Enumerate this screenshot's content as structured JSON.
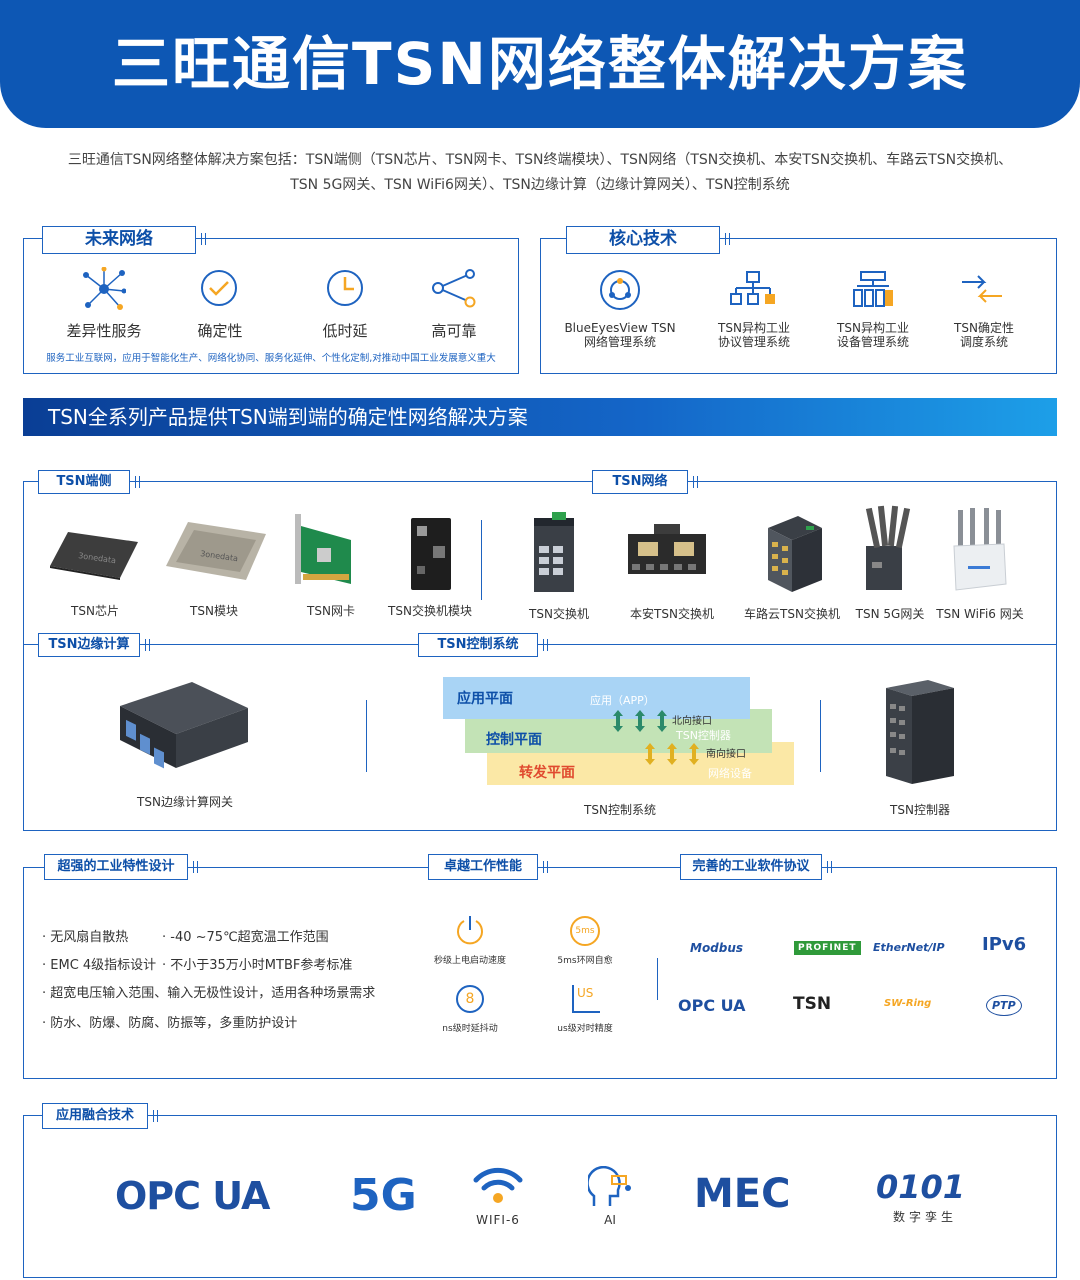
{
  "title": "三旺通信TSN网络整体解决方案",
  "intro": {
    "line1": "三旺通信TSN网络整体解决方案包括：TSN端侧（TSN芯片、TSN网卡、TSN终端模块）、TSN网络（TSN交换机、本安TSN交换机、车路云TSN交换机、",
    "line2": "TSN 5G网关、TSN WiFi6网关）、TSN边缘计算（边缘计算网关）、TSN控制系统"
  },
  "future": {
    "tag": "未来网络",
    "items": [
      {
        "label": "差异性服务"
      },
      {
        "label": "确定性"
      },
      {
        "label": "低时延"
      },
      {
        "label": "高可靠"
      }
    ],
    "note": "服务工业互联网，应用于智能化生产、网络化协同、服务化延伸、个性化定制,对推动中国工业发展意义重大"
  },
  "core": {
    "tag": "核心技术",
    "items": [
      {
        "line1": "BlueEyesView TSN",
        "line2": "网络管理系统"
      },
      {
        "line1": "TSN异构工业",
        "line2": "协议管理系统"
      },
      {
        "line1": "TSN异构工业",
        "line2": "设备管理系统"
      },
      {
        "line1": "TSN确定性",
        "line2": "调度系统"
      }
    ]
  },
  "headline": "TSN全系列产品提供TSN端到端的确定性网络解决方案",
  "products": {
    "end_tag": "TSN端侧",
    "net_tag": "TSN网络",
    "edge_tag": "TSN边缘计算",
    "ctrl_tag": "TSN控制系统",
    "end_items": [
      {
        "label": "TSN芯片"
      },
      {
        "label": "TSN模块"
      },
      {
        "label": "TSN网卡"
      },
      {
        "label": "TSN交换机模块"
      }
    ],
    "net_items": [
      {
        "label": "TSN交换机"
      },
      {
        "label": "本安TSN交换机"
      },
      {
        "label": "车路云TSN交换机"
      },
      {
        "label": "TSN 5G网关"
      },
      {
        "label": "TSN WiFi6 网关"
      }
    ],
    "chip_brand": "3onedata",
    "edge_label": "TSN边缘计算网关",
    "ctrl_label": "TSN控制系统",
    "controller_label": "TSN控制器",
    "diagram": {
      "app_plane": "应用平面",
      "app_text": "应用（APP）",
      "north": "北向接口",
      "ctrl_plane": "控制平面",
      "ctrl_text": "TSN控制器",
      "south": "南向接口",
      "fwd_plane": "转发平面",
      "fwd_text": "网络设备"
    }
  },
  "features": {
    "tag1": "超强的工业特性设计",
    "tag2": "卓越工作性能",
    "tag3": "完善的工业软件协议",
    "bullets": [
      [
        "无风扇自散热",
        "-40 ~75℃超宽温工作范围"
      ],
      [
        "EMC 4级指标设计",
        "不小于35万小时MTBF参考标准"
      ],
      [
        "超宽电压输入范围、输入无极性设计，适用各种场景需求"
      ],
      [
        "防水、防爆、防腐、防振等，多重防护设计"
      ]
    ],
    "perf": [
      {
        "icon": "power-icon",
        "label": "秒级上电启动速度"
      },
      {
        "icon": "5ms-icon",
        "glyph": "5ms",
        "label": "5ms环网自愈"
      },
      {
        "icon": "ns-icon",
        "glyph": "8",
        "label": "ns级时延抖动"
      },
      {
        "icon": "us-icon",
        "glyph": "US",
        "label": "us级对时精度"
      }
    ],
    "protocols": [
      "Modbus",
      "PROFINET",
      "EtherNet/IP",
      "IPv6",
      "OPC UA",
      "TSN",
      "SW-Ring",
      "PTP"
    ]
  },
  "fusion": {
    "tag": "应用融合技术",
    "items": [
      "OPC UA",
      "5G",
      "WIFI-6",
      "AI",
      "MEC",
      "0101"
    ],
    "twin_label": "数字孪生"
  },
  "colors": {
    "primary": "#0d57b4",
    "border": "#1e63c0",
    "app": "#a9d4f5",
    "ctrl": "#c3e3b6",
    "fwd": "#fbe8a6"
  }
}
